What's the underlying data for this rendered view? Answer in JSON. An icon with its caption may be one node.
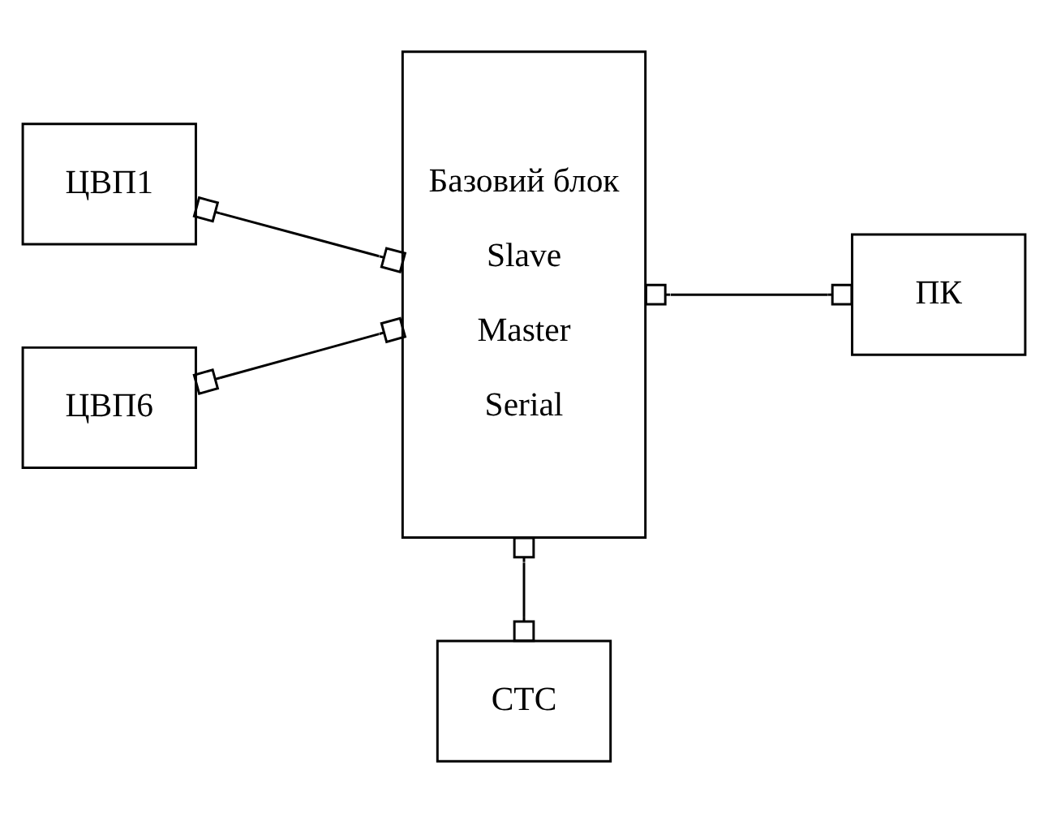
{
  "diagram": {
    "nodes": [
      {
        "text": [
          "ЦВП1"
        ]
      },
      {
        "text": [
          "Базовий блок",
          "Slave",
          "Master",
          "Serial"
        ]
      },
      {
        "text": [
          "ПК"
        ]
      },
      {
        "text": [
          "ЦВП6"
        ]
      },
      {
        "text": [
          "СТС"
        ]
      }
    ],
    "edges": [
      {
        "from": 0,
        "to": 1,
        "arrow": "other"
      },
      {
        "from": 1,
        "to": 2,
        "arrow": "other"
      },
      {
        "from": 3,
        "to": 1,
        "arrow": "other"
      },
      {
        "from": 1,
        "to": 4,
        "arrow": "other"
      }
    ]
  }
}
